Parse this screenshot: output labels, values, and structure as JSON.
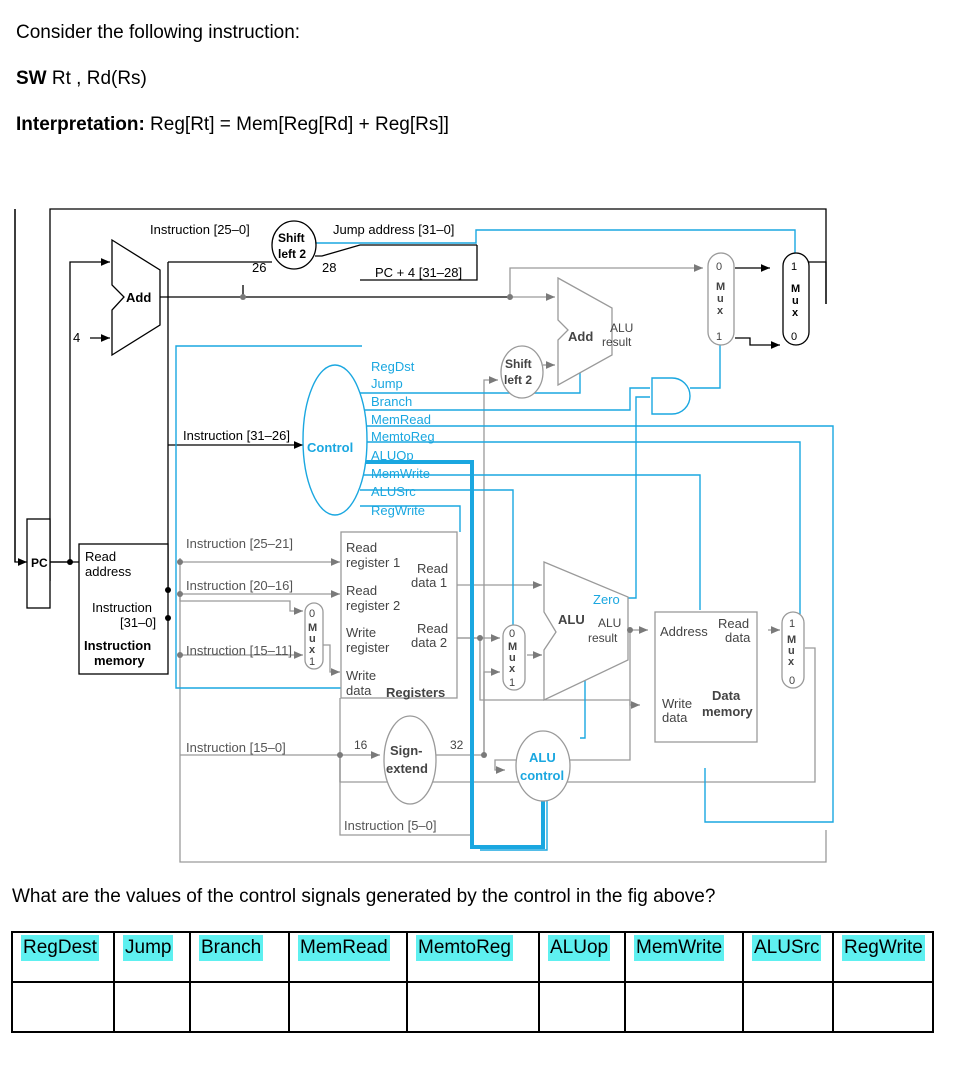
{
  "intro": "Consider the following instruction:",
  "instruction": {
    "bold": "SW",
    "rest": " Rt , Rd(Rs)"
  },
  "interpretation": {
    "bold": "Interpretation:",
    "rest": " Reg[Rt] = Mem[Reg[Rd] + Reg[Rs]]"
  },
  "diagram": {
    "labels": {
      "instr_25_0": "Instruction [25–0]",
      "shift_left2": "Shift",
      "shift_left2b": "left 2",
      "jump_addr": "Jump address [31–0]",
      "n26": "26",
      "n28": "28",
      "pc4": "PC + 4 [31–28]",
      "add": "Add",
      "four": "4",
      "add_alu": "Add",
      "alu_result_top": "ALU",
      "alu_result_bot": "result",
      "shift2_a": "Shift",
      "shift2_b": "left 2",
      "instr_31_26": "Instruction [31–26]",
      "control": "Control",
      "pc": "PC",
      "read_addr_1": "Read",
      "read_addr_2": "address",
      "instruction_1": "Instruction",
      "instruction_2": "[31–0]",
      "imem_1": "Instruction",
      "imem_2": "memory",
      "instr_25_21": "Instruction [25–21]",
      "instr_20_16": "Instruction [20–16]",
      "instr_15_11": "Instruction [15–11]",
      "instr_15_0": "Instruction [15–0]",
      "instr_5_0": "Instruction [5–0]",
      "rr1_a": "Read",
      "rr1_b": "register 1",
      "rr2_a": "Read",
      "rr2_b": "register 2",
      "wr_a": "Write",
      "wr_b": "register",
      "wd_a": "Write",
      "wd_b": "data",
      "rd1_a": "Read",
      "rd1_b": "data 1",
      "rd2_a": "Read",
      "rd2_b": "data 2",
      "registers": "Registers",
      "n16": "16",
      "n32": "32",
      "sign_a": "Sign-",
      "sign_b": "extend",
      "alu_ctl_a": "ALU",
      "alu_ctl_b": "control",
      "zero": "Zero",
      "alu": "ALU",
      "alu_res_a": "ALU",
      "alu_res_b": "result",
      "address": "Address",
      "read_data_a": "Read",
      "read_data_b": "data",
      "write_data_a": "Write",
      "write_data_b": "data",
      "dmem_a": "Data",
      "dmem_b": "memory",
      "mux": "M u x",
      "zero_in": "0",
      "one_in": "1"
    },
    "control_signals": [
      "RegDst",
      "Jump",
      "Branch",
      "MemRead",
      "MemtoReg",
      "ALUOp",
      "MemWrite",
      "ALUSrc",
      "RegWrite"
    ]
  },
  "question": "What are the values of the control signals generated by the control in the fig above?",
  "table_headers": [
    "RegDest",
    "Jump",
    "Branch",
    "MemRead",
    "MemtoReg",
    "ALUop",
    "MemWrite",
    "ALUSrc",
    "RegWrite"
  ],
  "colors": {
    "control_line": "#1aa7e0",
    "highlight": "#5ef0f0",
    "datapath": "#9a9a9a"
  }
}
